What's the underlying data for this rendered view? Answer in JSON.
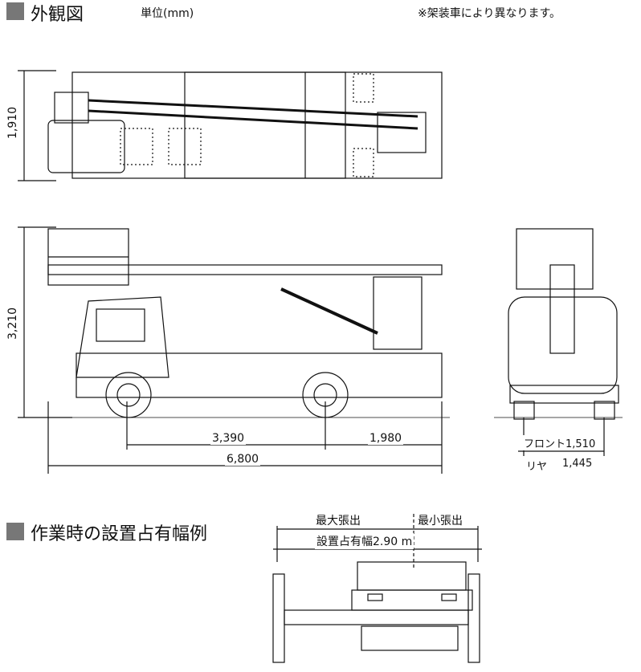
{
  "section1": {
    "title": "外観図",
    "unit": "単位(mm)",
    "note": "※架装車により異なります。"
  },
  "top_view": {
    "width_dim": "1,910"
  },
  "side_view": {
    "height_dim": "3,210",
    "wheelbase_dim": "3,390",
    "rear_overhang_dim": "1,980",
    "length_dim": "6,800"
  },
  "rear_view": {
    "front_tread": "フロント1,510",
    "rear_tread_label": "リヤ",
    "rear_tread": "1,445"
  },
  "section2": {
    "title": "作業時の設置占有幅例",
    "max_extension": "最大張出",
    "min_extension": "最小張出",
    "occupied_width": "設置占有幅2.90 m"
  }
}
